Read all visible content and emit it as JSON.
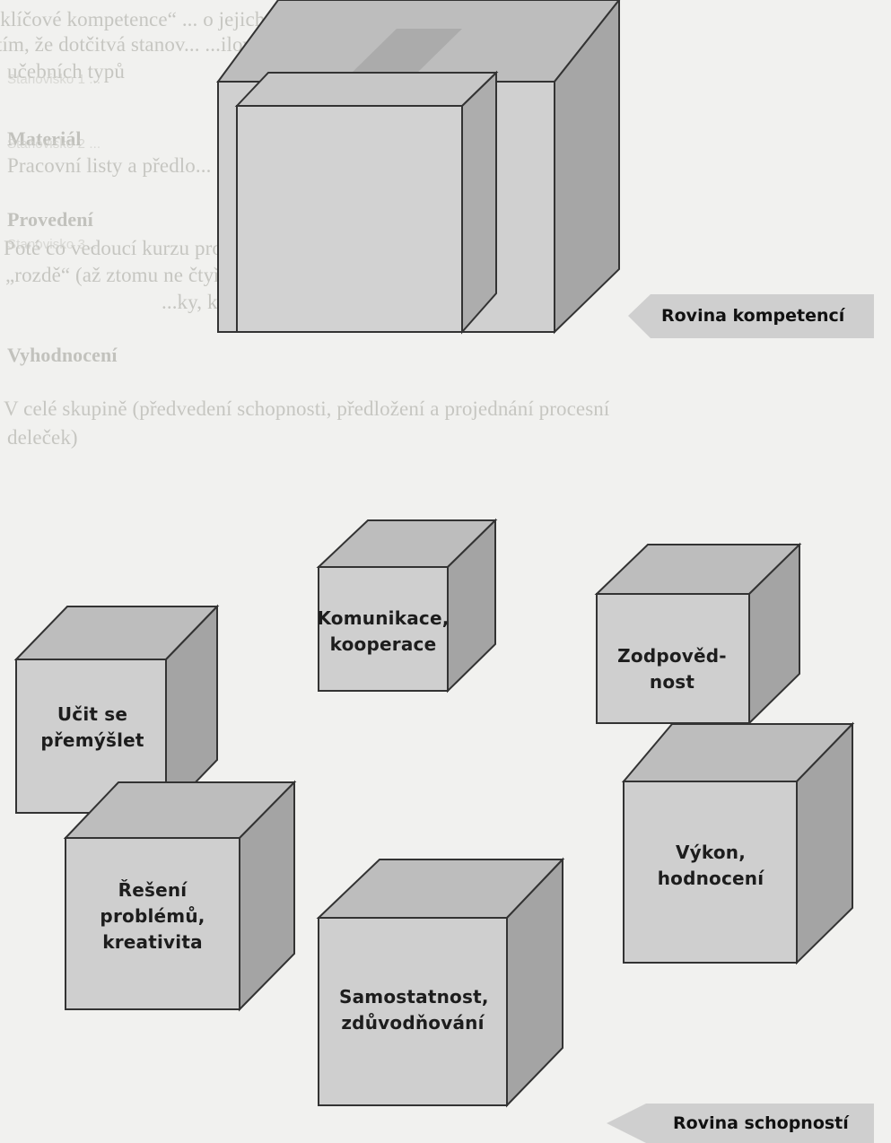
{
  "background": {
    "lines": [
      "„klíčové kompetence“ ... o jejich různým pojetí",
      "tím, že dotčitvá stanov... ...ilovit účastníky v",
      "učebních typů",
      "Materiál",
      "Pracovní listy a předlo...",
      "Provedení",
      "Poté co vedoucí kurzu provede... ...dotčitvá stanove",
      "„rozdě“ (až ztomu ne čtyři... ...co drží ojic rozme",
      "...ky, které jsou vys... ...",
      "Vyhodnocení",
      "V celé skupině (předvedení schopnosti, předložení a projednání procesní",
      "deleček)"
    ],
    "side_notes": [
      "Stanovisko 1 ...",
      "Stanovisko 2 ...",
      "Stanovisko 3 ..."
    ]
  },
  "diagram": {
    "top_label": "Rovina kompetencí",
    "bottom_label": "Rovina schopností",
    "cubes": [
      {
        "id": "komunikace",
        "label": "Komunikace,\nkooperace"
      },
      {
        "id": "zodpovednost",
        "label": "Zodpověd-\nnost"
      },
      {
        "id": "ucit-se",
        "label": "Učit se\npřemýšlet"
      },
      {
        "id": "reseni-problemu",
        "label": "Řešení\nproblémů,\nkreativita"
      },
      {
        "id": "vykon",
        "label": "Výkon,\nhodnocení"
      },
      {
        "id": "samostatnost",
        "label": "Samostatnost,\nzdůvodňování"
      }
    ]
  },
  "colors": {
    "cube_front": "#cfcfcf",
    "cube_top": "#bdbdbd",
    "cube_side": "#a4a4a4",
    "label_bg": "#cfcfcf",
    "outline": "#333333"
  }
}
